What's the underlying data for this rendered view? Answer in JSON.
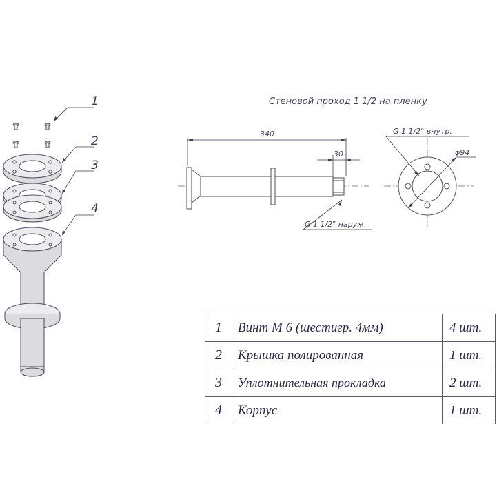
{
  "drawing": {
    "title": "Стеновой проход 1 1/2 на пленку",
    "dim_length": "340",
    "dim_thread_len": "30",
    "thread_outer": "G 1 1/2\" наруж.",
    "thread_inner": "G 1 1/2\" внутр.",
    "diameter": "ϕ94"
  },
  "callouts": [
    "1",
    "2",
    "3",
    "4"
  ],
  "parts": [
    {
      "num": "1",
      "name": "Винт М 6 (шестигр. 4мм)",
      "qty": "4 шт."
    },
    {
      "num": "2",
      "name": "Крышка полированная",
      "qty": "1 шт."
    },
    {
      "num": "3",
      "name": "Уплотнительная прокладка",
      "qty": "2 шт."
    },
    {
      "num": "4",
      "name": "Корпус",
      "qty": "1 шт."
    }
  ]
}
